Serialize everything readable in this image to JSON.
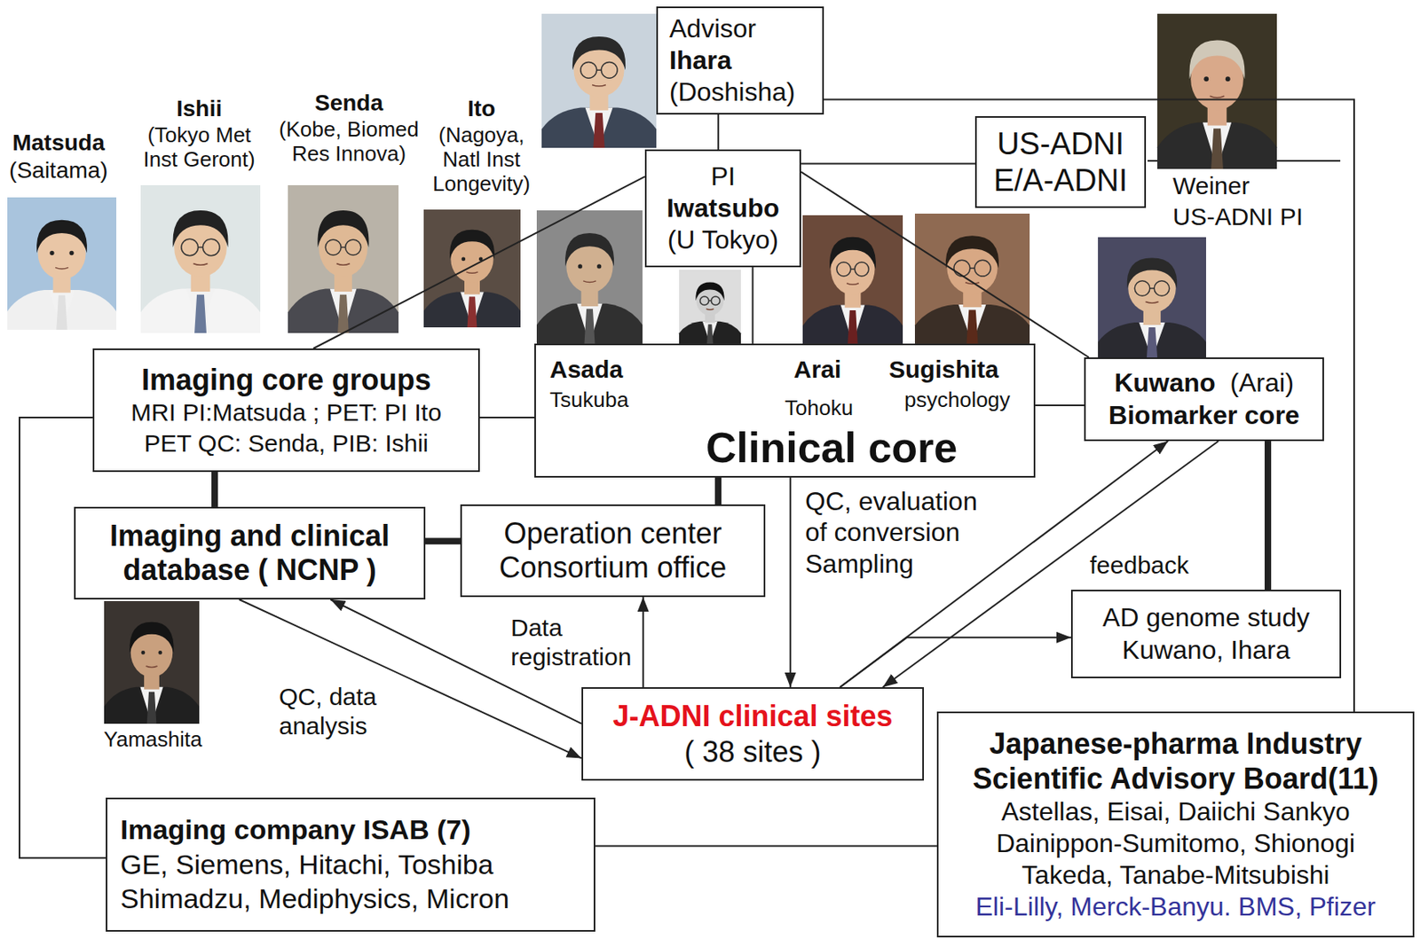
{
  "diagram": {
    "nodes": [
      {
        "text": [
          "Advisor",
          "Ihara",
          "(Doshisha)"
        ]
      },
      {
        "text": [
          "PI",
          "Iwatsubo",
          "(U Tokyo)"
        ]
      },
      {
        "text": [
          "US-ADNI E/A-ADNI"
        ]
      },
      {
        "text": [
          "Imaging core groups",
          "MRI PI:Matsuda ; PET: PI Ito PET QC: Senda, PIB: Ishii"
        ]
      },
      {
        "text": [
          "Asada",
          "Tsukuba",
          "Arai",
          "Tohoku",
          "Sugishita",
          "psychology",
          "Clinical core"
        ]
      },
      {
        "text": [
          "Kuwano",
          "(Arai)",
          "Biomarker core"
        ]
      },
      {
        "text": [
          "Imaging and clinical database ( NCNP )"
        ]
      },
      {
        "text": [
          "Operation center Consortium office"
        ]
      },
      {
        "text": [
          "AD genome study",
          "Kuwano, Ihara"
        ]
      },
      {
        "text": [
          "J-ADNI clinical sites",
          "( 38 sites )"
        ]
      },
      {
        "text": [
          "Imaging company ISAB (7)",
          "GE, Siemens, Hitachi, Toshiba Shimadzu, Mediphysics, Micron"
        ]
      },
      {
        "text": [
          "Japanese-pharma Industry Scientific Advisory Board(11)",
          "Astellas, Eisai, Daiichi Sankyo Dainippon-Sumitomo, Shionogi Takeda, Tanabe-Mitsubishi",
          "Eli-Lilly, Merck-Banyu. BMS, Pfizer"
        ]
      }
    ],
    "edges": [
      {
        "from": 0,
        "to": 1,
        "arrow": "none"
      },
      {
        "from": 0,
        "to": 11,
        "arrow": "none"
      },
      {
        "from": 1,
        "to": 2,
        "arrow": "none"
      },
      {
        "from": 1,
        "to": 3,
        "arrow": "none"
      },
      {
        "from": 1,
        "to": 4,
        "arrow": "none"
      },
      {
        "from": 1,
        "to": 5,
        "arrow": "none"
      },
      {
        "from": 3,
        "to": 4,
        "arrow": "none"
      },
      {
        "from": 4,
        "to": 5,
        "arrow": "none"
      },
      {
        "from": 3,
        "to": 6,
        "arrow": "none"
      },
      {
        "from": 4,
        "to": 7,
        "arrow": "none"
      },
      {
        "from": 6,
        "to": 7,
        "arrow": "none"
      },
      {
        "from": 4,
        "to": 9,
        "arrow": "to",
        "label": "QC, evaluation of conversion Sampling"
      },
      {
        "from": 9,
        "to": 6,
        "arrow": "to"
      },
      {
        "from": 6,
        "to": 9,
        "arrow": "to",
        "label": "QC, data analysis"
      },
      {
        "from": 9,
        "to": 7,
        "arrow": "to",
        "label": "Data registration"
      },
      {
        "from": 9,
        "to": 5,
        "arrow": "to"
      },
      {
        "from": 5,
        "to": 9,
        "arrow": "to",
        "label": "feedback"
      },
      {
        "from": 9,
        "to": 8,
        "arrow": "to"
      },
      {
        "from": 5,
        "to": 8,
        "arrow": "none"
      },
      {
        "from": 3,
        "to": 10,
        "arrow": "none"
      },
      {
        "from": 10,
        "to": 11,
        "arrow": "none"
      }
    ],
    "labels": [
      "Matsuda",
      "(Saitama)",
      "Ishii",
      "(Tokyo Met Inst Geront)",
      "Senda",
      "(Kobe, Biomed Res Innova)",
      "Ito",
      "(Nagoya, Natl Inst Longevity)",
      "Weiner",
      "US-ADNI PI",
      "Yamashita"
    ]
  }
}
